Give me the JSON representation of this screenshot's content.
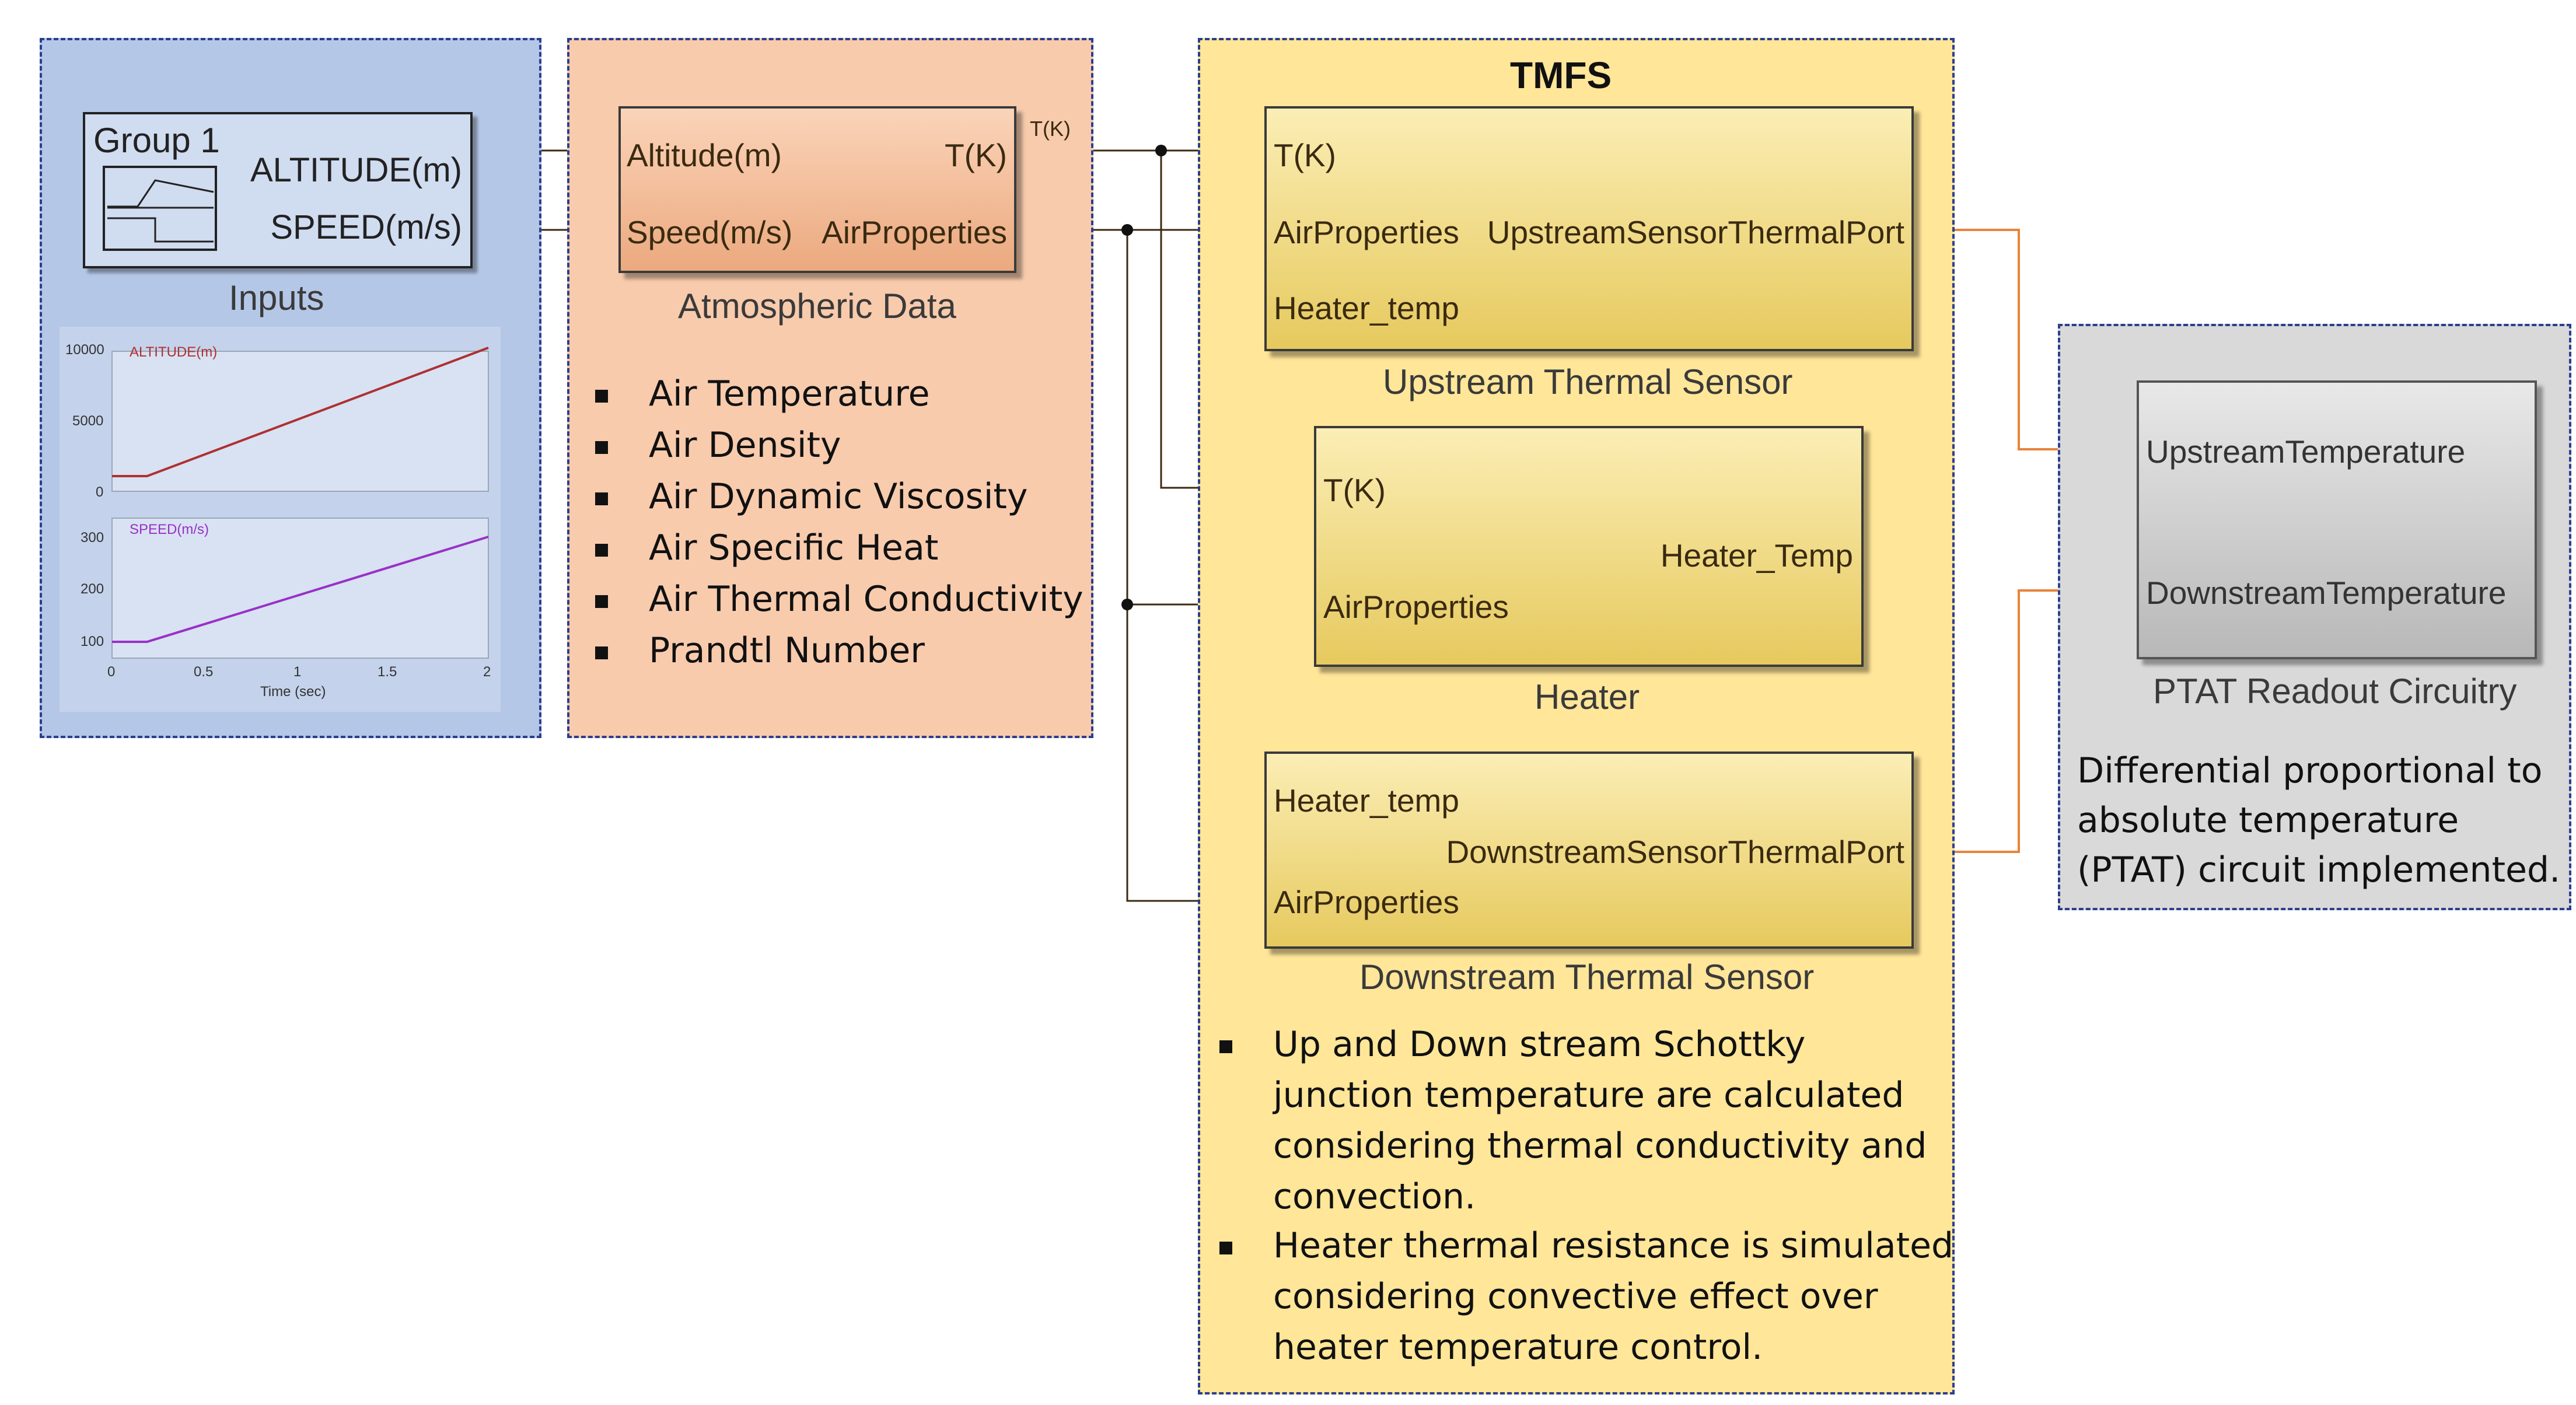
{
  "inputs_panel": {
    "caption": "Inputs",
    "group_block": {
      "title": "Group 1",
      "port_altitude": "ALTITUDE(m)",
      "port_speed": "SPEED(m/s)"
    },
    "plot_top": {
      "label": "ALTITUDE(m)",
      "yticks": [
        "10000",
        "5000",
        "0"
      ],
      "color": "#b03030"
    },
    "plot_bottom": {
      "label": "SPEED(m/s)",
      "yticks": [
        "300",
        "200",
        "100"
      ],
      "color": "#9a30c8"
    },
    "xticks": [
      "0",
      "0.5",
      "1",
      "1.5",
      "2"
    ],
    "xlabel": "Time (sec)"
  },
  "atmo_panel": {
    "caption": "Atmospheric Data",
    "in_altitude": "Altitude(m)",
    "in_speed": "Speed(m/s)",
    "out_t": "T(K)",
    "out_air": "AirProperties",
    "wire_label": "T(K)",
    "bullets": [
      "Air Temperature",
      "Air Density",
      "Air Dynamic Viscosity",
      "Air Specific Heat",
      "Air Thermal Conductivity",
      "Prandtl Number"
    ]
  },
  "tmfs_panel": {
    "title": "TMFS",
    "upstream": {
      "caption": "Upstream Thermal Sensor",
      "in_t": "T(K)",
      "in_air": "AirProperties",
      "in_heater": "Heater_temp",
      "out": "UpstreamSensorThermalPort"
    },
    "heater": {
      "caption": "Heater",
      "in_t": "T(K)",
      "in_air": "AirProperties",
      "out": "Heater_Temp"
    },
    "downstream": {
      "caption": "Downstream Thermal Sensor",
      "in_heater": "Heater_temp",
      "in_air": "AirProperties",
      "out": "DownstreamSensorThermalPort"
    },
    "notes": [
      [
        "Up and Down stream Schottky",
        "junction temperature are calculated",
        "considering thermal conductivity and",
        "convection."
      ],
      [
        "Heater thermal resistance is simulated",
        "considering convective effect over",
        "heater temperature control."
      ]
    ]
  },
  "ptat_panel": {
    "caption": "PTAT Readout Circuitry",
    "in_up": "UpstreamTemperature",
    "in_down": "DownstreamTemperature",
    "description": [
      "Differential proportional to",
      "absolute temperature",
      "(PTAT) circuit implemented."
    ]
  },
  "colors": {
    "inputs_bg": "#b4c7e7",
    "atmo_bg": "#f8cbad",
    "tmfs_bg": "#ffe699",
    "ptat_bg": "#d9d9d9",
    "block_yellow": "#f5e29a",
    "signal_wire": "#3b2a10",
    "thermal_wire": "#e8833a",
    "border": "#2b3f8f"
  }
}
